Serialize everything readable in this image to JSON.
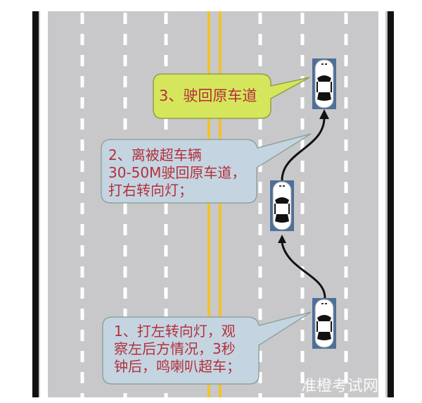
{
  "colors": {
    "road": "#c8c8ca",
    "road_edge": "#111111",
    "lane_marking": "#ffffff",
    "center_line": "#f2c12e",
    "bubble_step3": "#d6e65c",
    "bubble_steps_1_2": "#c4d5e1",
    "text": "#b3303c",
    "path_arrow": "#111111"
  },
  "steps": [
    {
      "label": "1、打左转向灯，观\n察左后方情况，3秒\n钟后，鸣喇叭超车；"
    },
    {
      "label": "2、离被超车辆\n30-50M驶回原车道，\n打右转向灯；"
    },
    {
      "label": "3、驶回原车道"
    }
  ],
  "watermark": "准橙考试网"
}
